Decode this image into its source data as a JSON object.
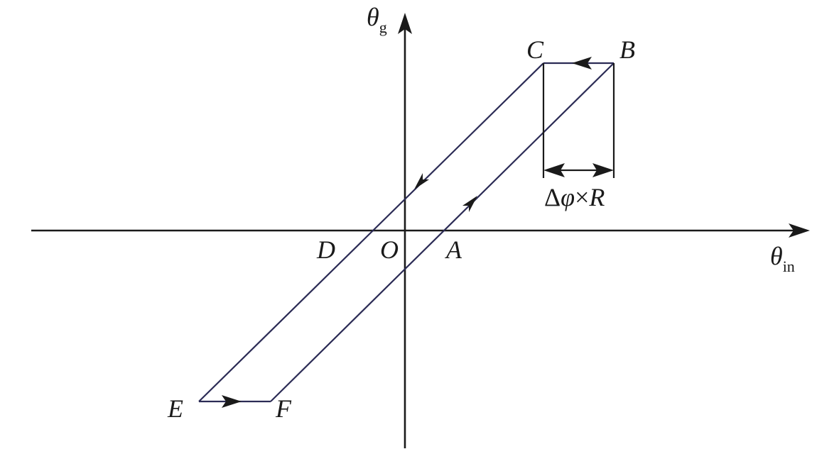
{
  "axes": {
    "y_symbol": "θ",
    "y_subscript": "g",
    "x_symbol": "θ",
    "x_subscript": "in"
  },
  "points": {
    "A": "A",
    "B": "B",
    "C": "C",
    "D": "D",
    "E": "E",
    "F": "F",
    "O": "O"
  },
  "dimension": {
    "delta": "Δ",
    "phi": "φ",
    "times": "×",
    "R": "R"
  },
  "colors": {
    "loop": "#2b2b55",
    "axis": "#1a1a1a"
  }
}
